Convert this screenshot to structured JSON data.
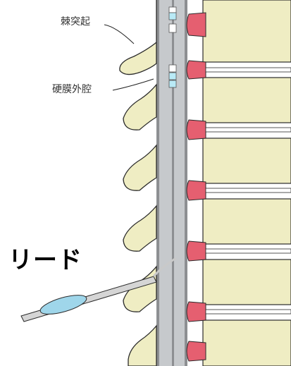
{
  "labels": {
    "spinous_process": "棘突起",
    "epidural_space": "硬膜外腔",
    "lead": "リード"
  },
  "colors": {
    "bone": "#efedc3",
    "bone_outline": "#2b2b2b",
    "disc": "#e55f70",
    "canal_grey": "#c6c9cc",
    "canal_dark": "#8d8f92",
    "epidural_cyan": "#b9eaf6",
    "lead_body": "#9fd6ea",
    "lead_wire": "#c9c9c9"
  }
}
